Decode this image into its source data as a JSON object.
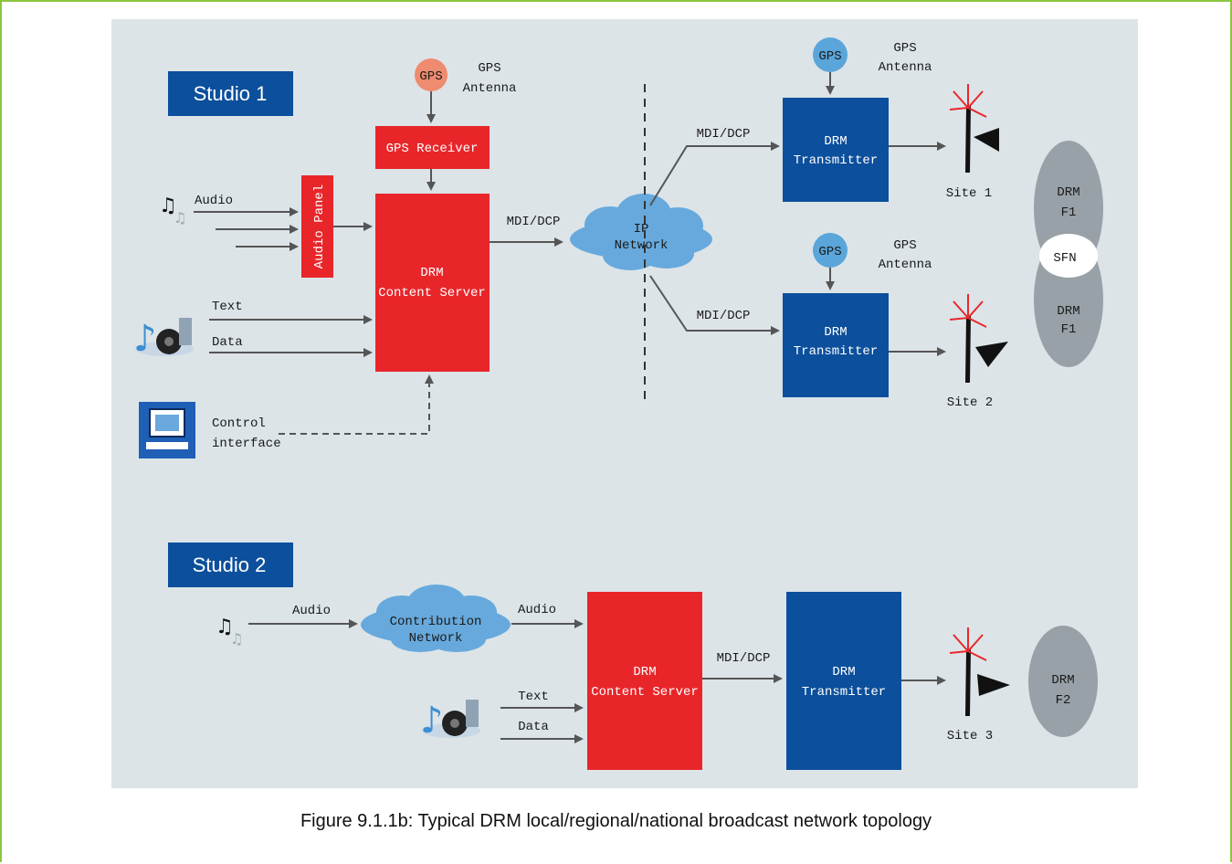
{
  "studio1": {
    "title": "Studio 1",
    "gps_top": {
      "icon_label": "GPS",
      "label_line1": "GPS",
      "label_line2": "Antenna"
    },
    "gps_receiver": "GPS Receiver",
    "audio_label": "Audio",
    "audio_panel": "Audio Panel",
    "content_server_line1": "DRM",
    "content_server_line2": "Content Server",
    "text_label": "Text",
    "data_label": "Data",
    "control_line1": "Control",
    "control_line2": "interface",
    "mdi_to_ip": "MDI/DCP",
    "ip_network_line1": "IP",
    "ip_network_line2": "Network",
    "mdi_site1": "MDI/DCP",
    "mdi_site2": "MDI/DCP",
    "gps_site1": {
      "icon_label": "GPS",
      "label_line1": "GPS",
      "label_line2": "Antenna"
    },
    "gps_site2": {
      "icon_label": "GPS",
      "label_line1": "GPS",
      "label_line2": "Antenna"
    },
    "tx1_line1": "DRM",
    "tx1_line2": "Transmitter",
    "tx2_line1": "DRM",
    "tx2_line2": "Transmitter",
    "site1": "Site 1",
    "site2": "Site 2",
    "sfn_top_line1": "DRM",
    "sfn_top_line2": "F1",
    "sfn_label": "SFN",
    "sfn_bottom_line1": "DRM",
    "sfn_bottom_line2": "F1"
  },
  "studio2": {
    "title": "Studio 2",
    "audio_in": "Audio",
    "contribution_line1": "Contribution",
    "contribution_line2": "Network",
    "audio_out": "Audio",
    "text_label": "Text",
    "data_label": "Data",
    "content_server_line1": "DRM",
    "content_server_line2": "Content Server",
    "mdi": "MDI/DCP",
    "tx_line1": "DRM",
    "tx_line2": "Transmitter",
    "site3": "Site 3",
    "f2_line1": "DRM",
    "f2_line2": "F2"
  },
  "caption": "Figure 9.1.1b: Typical DRM local/regional/national broadcast network topology",
  "colors": {
    "red_box": "#e8262a",
    "blue_box": "#0c4f9c",
    "gps_salmon": "#ef8b6e",
    "gps_blue": "#5aa5da",
    "cloud": "#67a9dc",
    "grey_ellipse": "#97a1a7",
    "panel_bg": "#dce4e8",
    "frame_green": "#8cc63f"
  }
}
